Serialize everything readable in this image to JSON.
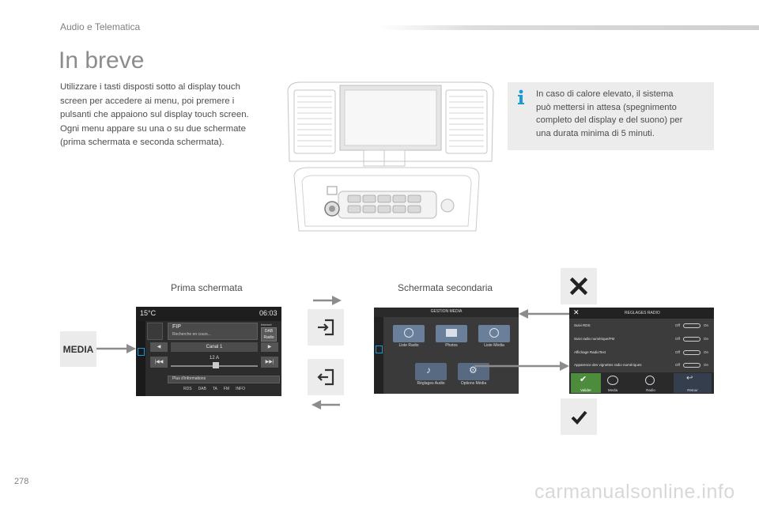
{
  "header": {
    "section": "Audio e Telematica"
  },
  "title": "In breve",
  "intro": {
    "lines": [
      "Utilizzare i tasti disposti sotto al display touch",
      "screen per accedere ai menu, poi premere i",
      "pulsanti che appaiono sul display touch screen.",
      "Ogni menu appare su una o su due schermate",
      "(prima schermata e seconda schermata)."
    ]
  },
  "info": {
    "icon": "info-icon",
    "lines": [
      "In caso di calore elevato, il sistema",
      "può mettersi in attesa (spegnimento",
      "completo del display e del suono) per",
      "una durata minima di 5 minuti."
    ]
  },
  "labels": {
    "first_screen": "Prima schermata",
    "second_screen": "Schermata secondaria"
  },
  "media_button": "MEDIA",
  "screen1": {
    "temp": "15°C",
    "clock": "06:03",
    "source": "FIP",
    "tag": "Internet",
    "search": "Recherche en cours...",
    "dab": "DAB",
    "dab_sub": "Radio",
    "channel": "Canal 1",
    "freq": "12 A",
    "more_info": "Plus d'informations",
    "bottom": [
      "RDS",
      "DAB",
      "TA",
      "FM",
      "INFO"
    ]
  },
  "screen2": {
    "header": "GESTION MEDIA",
    "tiles": [
      "Liste Radio",
      "Photos",
      "Liste Média",
      "Réglages Audio",
      "Options Média"
    ]
  },
  "screen3": {
    "header": "REGLAGES RADIO",
    "rows": [
      "Suivi RDS",
      "Suivi radio numérique/FM",
      "Affichage RadioText",
      "Apparence des vignettes radio numériques"
    ],
    "off": "Off",
    "on": "On",
    "bottom": [
      "Valider",
      "Media",
      "Radio",
      "Retour"
    ]
  },
  "footer": {
    "page": "278",
    "watermark": "carmanualsonline.info"
  },
  "colors": {
    "accent": "#1a9bd7",
    "text": "#4d4d4d",
    "gray_title": "#8c8c8c",
    "screen_dark": "#2c2c2c"
  }
}
